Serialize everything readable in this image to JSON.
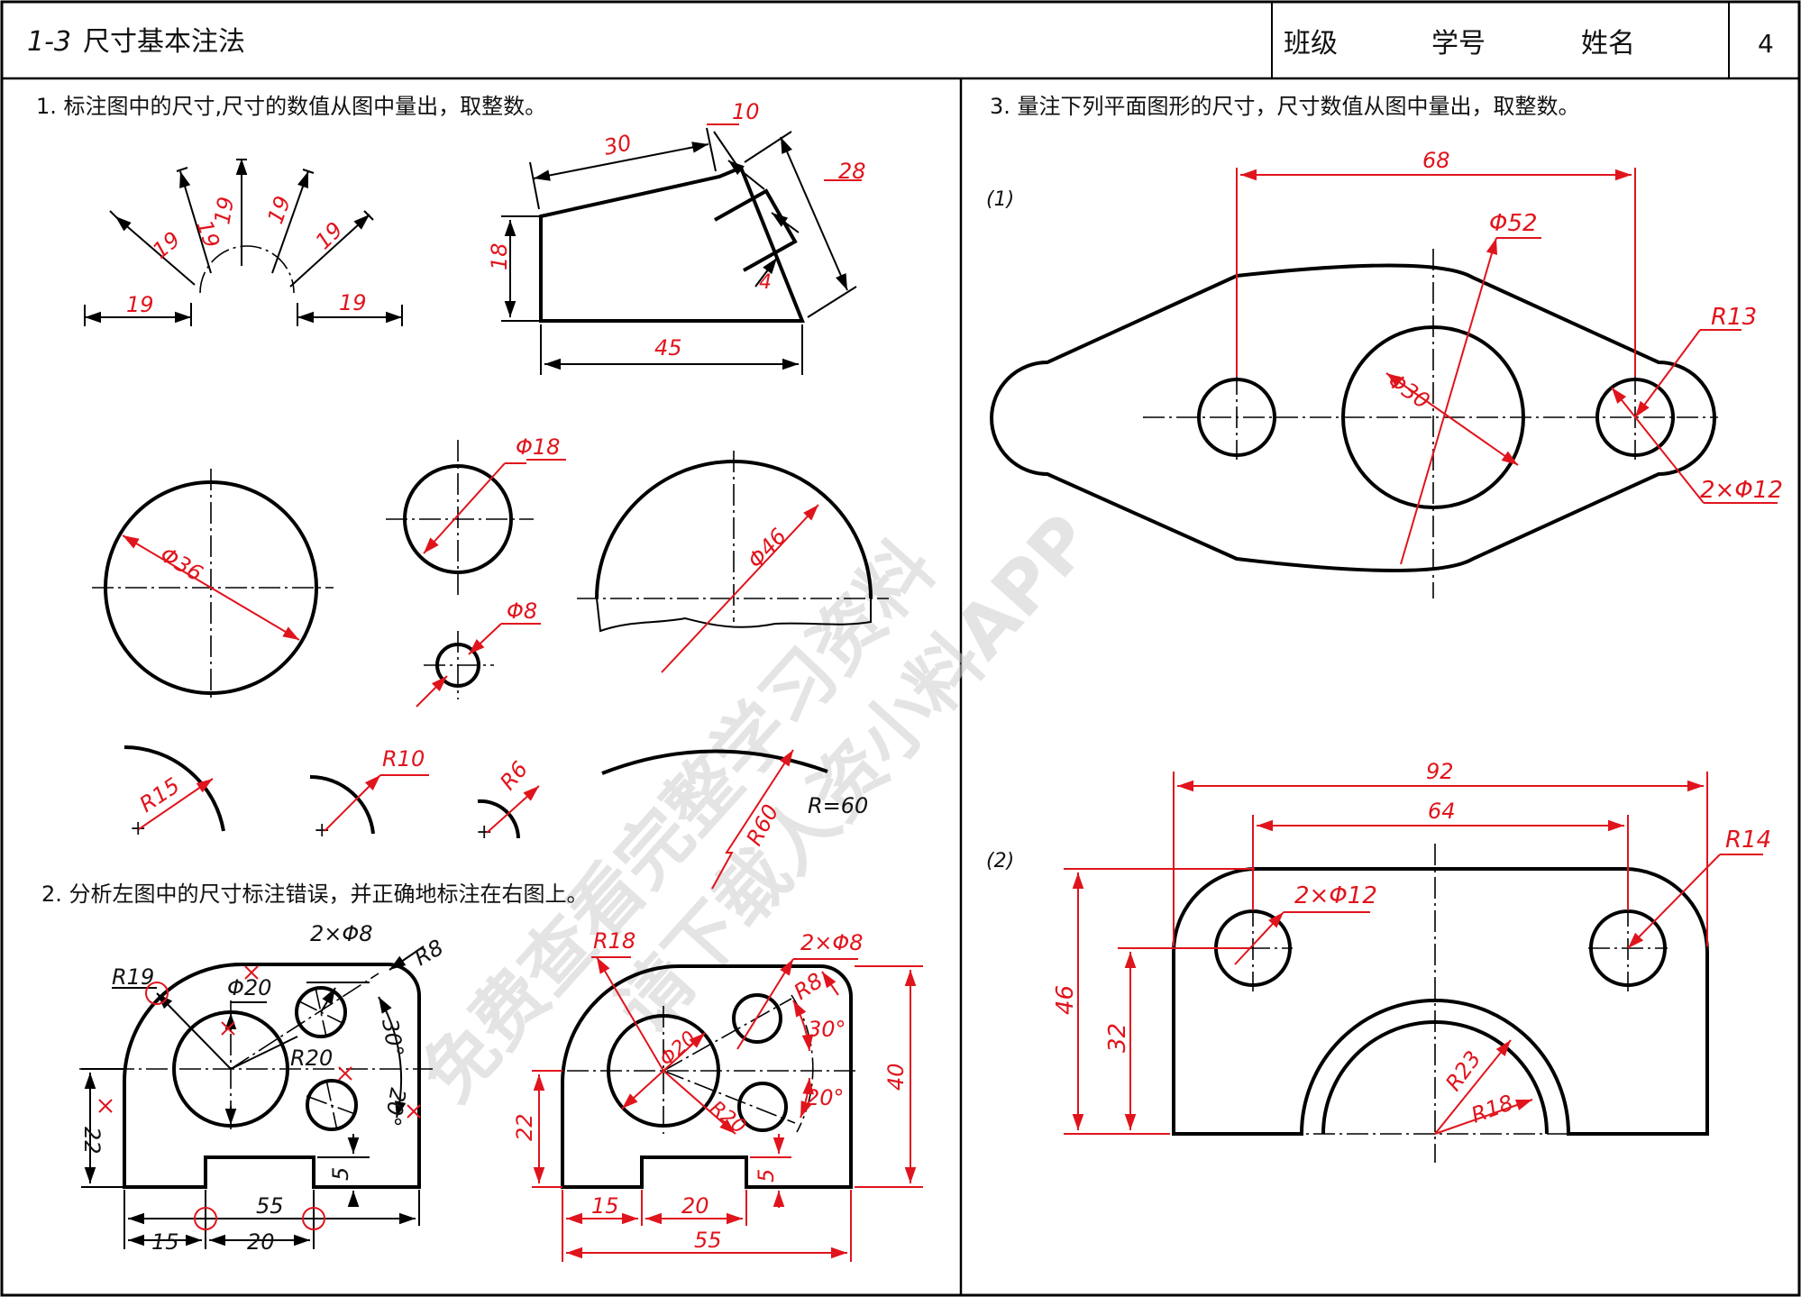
{
  "header": {
    "section_no": "1-3",
    "section_title": "尺寸基本注法",
    "class_label": "班级",
    "student_no_label": "学号",
    "name_label": "姓名",
    "page_no": "4"
  },
  "exercises": {
    "q1": "1. 标注图中的尺寸,尺寸的数值从图中量出，取整数。",
    "q2": "2. 分析左图中的尺寸标注错误，并正确地标注在右图上。",
    "q3": "3. 量注下列平面图形的尺寸，尺寸数值从图中量出，取整数。",
    "q3_part1": "(1)",
    "q3_part2": "(2)"
  },
  "dims": {
    "fan_19": "19",
    "d30": "30",
    "d10": "10",
    "d28": "28",
    "d18": "18",
    "d45": "45",
    "d4": "4",
    "phi36": "Φ36",
    "phi18": "Φ18",
    "phi8": "Φ8",
    "phi46": "Φ46",
    "r15": "R15",
    "r10": "R10",
    "r6": "R6",
    "r60": "R60",
    "r_eq_60": "R=60",
    "e_2phi8": "2×Φ8",
    "e_r8": "R8",
    "e_r19": "R19",
    "e_phi20": "Φ20",
    "e_r20": "R20",
    "e_30": "30°",
    "e_20": "20°",
    "e_22": "22",
    "e_5": "5",
    "e_55": "55",
    "e_15": "15",
    "e_20b": "20",
    "c_r18": "R18",
    "c_2phi8": "2×Φ8",
    "c_r8": "R8",
    "c_phi20": "Φ20",
    "c_r20": "R20",
    "c_30": "30°",
    "c_20deg": "20°",
    "c_40": "40",
    "c_22": "22",
    "c_5": "5",
    "c_15": "15",
    "c_20": "20",
    "c_55": "55",
    "p1_68": "68",
    "p1_phi52": "Φ52",
    "p1_phi30": "Φ30",
    "p1_r13": "R13",
    "p1_2phi12": "2×Φ12",
    "p2_92": "92",
    "p2_64": "64",
    "p2_r14": "R14",
    "p2_2phi12": "2×Φ12",
    "p2_46": "46",
    "p2_32": "32",
    "p2_r23": "R23",
    "p2_r18": "R18"
  },
  "watermark": {
    "line1": "免费查看完整学习资料",
    "line2": "请下载人资小料APP"
  }
}
